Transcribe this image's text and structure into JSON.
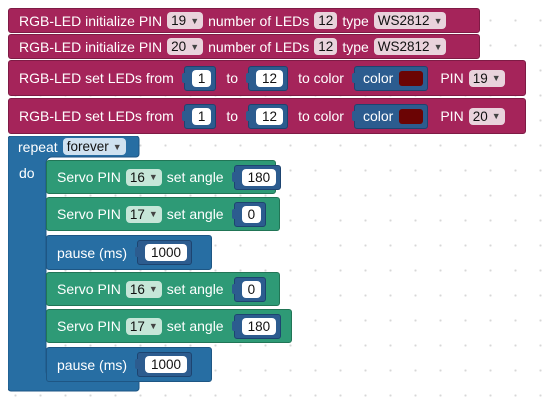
{
  "init_blocks": [
    {
      "label": "RGB-LED initialize PIN",
      "pin": "19",
      "count_label": "number of LEDs",
      "count": "12",
      "type_label": "type",
      "type": "WS2812"
    },
    {
      "label": "RGB-LED initialize PIN",
      "pin": "20",
      "count_label": "number of LEDs",
      "count": "12",
      "type_label": "type",
      "type": "WS2812"
    }
  ],
  "set_blocks": [
    {
      "label": "RGB-LED set LEDs from",
      "from": "1",
      "to_label": "to",
      "to": "12",
      "color_label": "to color",
      "color_word": "color",
      "swatch_color": "#6b0404",
      "pin_label": "PIN",
      "pin": "19"
    },
    {
      "label": "RGB-LED set LEDs from",
      "from": "1",
      "to_label": "to",
      "to": "12",
      "color_label": "to color",
      "color_word": "color",
      "swatch_color": "#6b0404",
      "pin_label": "PIN",
      "pin": "20"
    }
  ],
  "repeat": {
    "label": "repeat",
    "mode": "forever",
    "do_label": "do"
  },
  "body": [
    {
      "kind": "servo",
      "label": "Servo PIN",
      "pin": "16",
      "angle_label": "set angle",
      "angle": "180"
    },
    {
      "kind": "servo",
      "label": "Servo PIN",
      "pin": "17",
      "angle_label": "set angle",
      "angle": "0"
    },
    {
      "kind": "pause",
      "label": "pause (ms)",
      "value": "1000"
    },
    {
      "kind": "servo",
      "label": "Servo PIN",
      "pin": "16",
      "angle_label": "set angle",
      "angle": "0"
    },
    {
      "kind": "servo",
      "label": "Servo PIN",
      "pin": "17",
      "angle_label": "set angle",
      "angle": "180"
    },
    {
      "kind": "pause",
      "label": "pause (ms)",
      "value": "1000"
    }
  ],
  "colors": {
    "rgb_block": "#a5245a",
    "servo_block": "#2e9a76",
    "loop_block": "#276ea3",
    "value_socket": "#2c5c8f"
  },
  "icons": [
    "dropdown-arrow-icon"
  ]
}
